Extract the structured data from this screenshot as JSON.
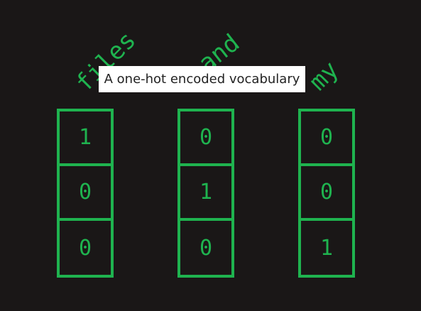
{
  "tooltip": {
    "text": "A one-hot encoded vocabulary"
  },
  "vectors": [
    {
      "word": "files",
      "values": [
        "1",
        "0",
        "0"
      ]
    },
    {
      "word": "and",
      "values": [
        "0",
        "1",
        "0"
      ]
    },
    {
      "word": "my",
      "values": [
        "0",
        "0",
        "1"
      ]
    }
  ],
  "colors": {
    "background": "#1a1717",
    "accent": "#1fb34f",
    "tooltip_bg": "#ffffff",
    "tooltip_text": "#222222"
  }
}
